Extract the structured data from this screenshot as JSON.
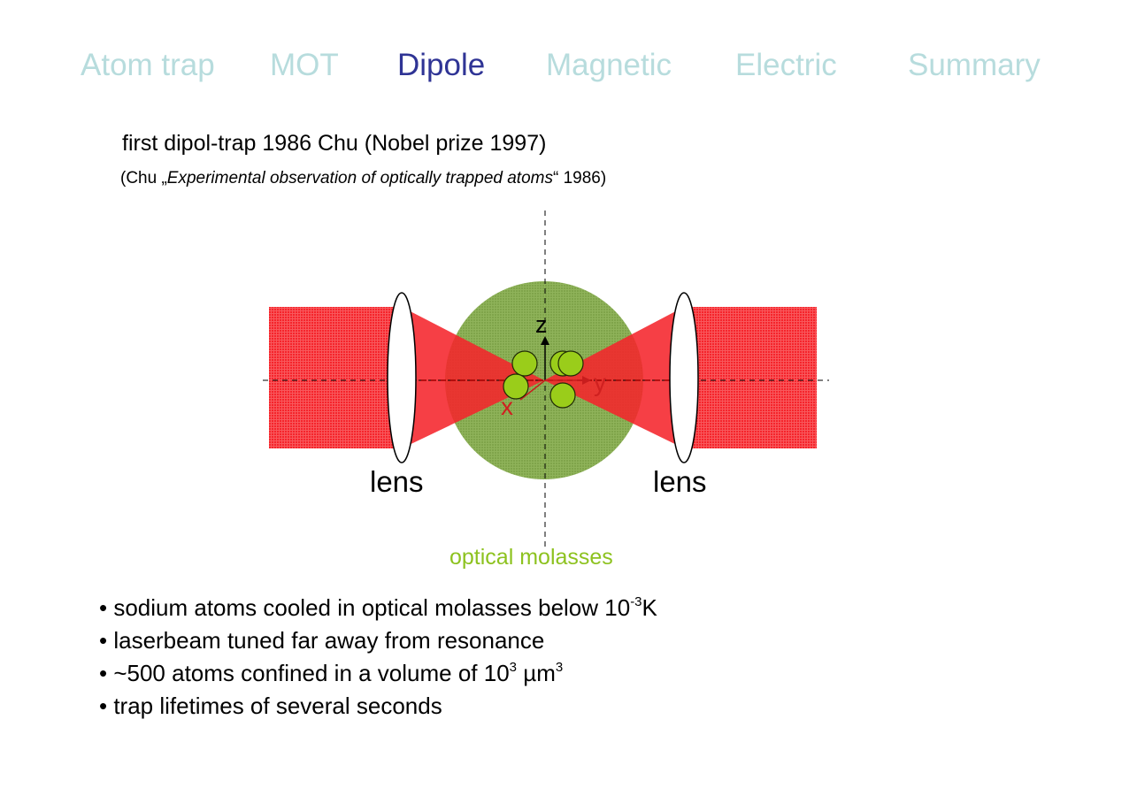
{
  "nav": {
    "items": [
      {
        "label": "Atom trap",
        "active": false
      },
      {
        "label": "MOT",
        "active": false
      },
      {
        "label": "Dipole",
        "active": true
      },
      {
        "label": "Magnetic",
        "active": false
      },
      {
        "label": "Electric",
        "active": false
      },
      {
        "label": "Summary",
        "active": false
      }
    ],
    "colors": {
      "inactive": "#b7dcdd",
      "active": "#2f3495"
    }
  },
  "slide": {
    "title": "first dipol-trap 1986 Chu  (Nobel prize 1997)",
    "citation": {
      "prefix": "(Chu „",
      "italic": "Experimental observation of optically trapped atoms",
      "suffix": "“ 1986)"
    }
  },
  "diagram": {
    "lens_left_label": "lens",
    "lens_right_label": "lens",
    "molasses_label": "optical molasses",
    "axis_x_label": "x",
    "axis_y_label": "y",
    "axis_z_label": "z",
    "colors": {
      "beam": "#f5242b",
      "molasses": "#7fa44a",
      "atom": "#9acd1a",
      "molasses_label": "#8dc21f",
      "axis_label": "#d02020"
    }
  },
  "bullets": [
    {
      "text": "• sodium atoms cooled in optical molasses below 10",
      "sup": "-3",
      "after": "K"
    },
    {
      "text": "• laserbeam tuned far away from resonance"
    },
    {
      "text": "• ~500 atoms confined in a volume of 10",
      "sup": "3",
      "after": " µm",
      "sup2": "3"
    },
    {
      "text": "• trap lifetimes of several seconds"
    }
  ]
}
